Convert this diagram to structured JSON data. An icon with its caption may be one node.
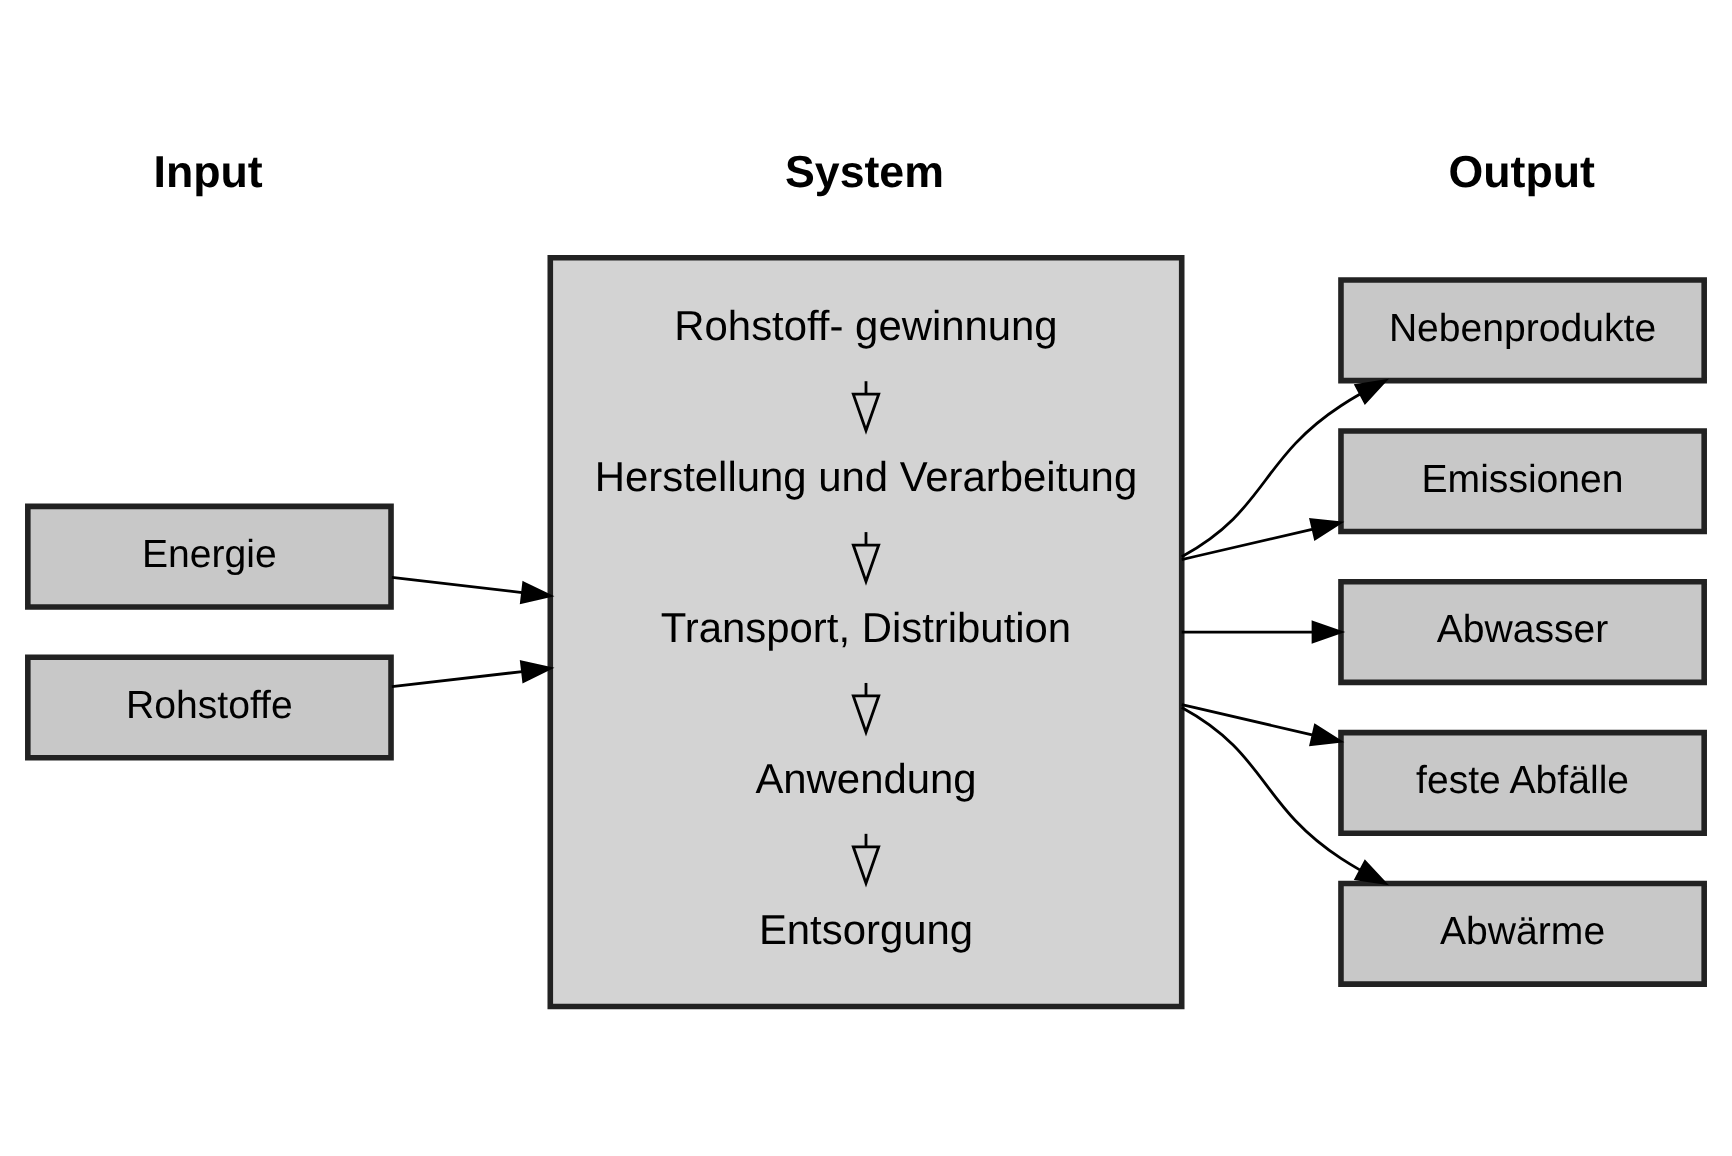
{
  "diagram": {
    "nodes": [
      {
        "text": [],
        "shape": "box"
      },
      {
        "text": [
          "Rohstoff- gewinnung"
        ],
        "in": 0
      },
      {
        "text": [
          "Herstellung und Verarbeitung"
        ],
        "in": 0
      },
      {
        "text": [
          "Transport, Distribution"
        ],
        "in": 0
      },
      {
        "text": [
          "Anwendung"
        ],
        "in": 0
      },
      {
        "text": [
          "Entsorgung"
        ],
        "in": 0
      },
      {
        "text": [
          "Energie"
        ]
      },
      {
        "text": [
          "Rohstoffe"
        ]
      },
      {
        "text": [
          "Nebenprodukte"
        ]
      },
      {
        "text": [
          "Emissionen"
        ]
      },
      {
        "text": [
          "Abwasser"
        ]
      },
      {
        "text": [
          "feste Abfälle"
        ]
      },
      {
        "text": [
          "Abwärme"
        ]
      }
    ],
    "edges": [
      {
        "from": 1,
        "to": 2,
        "arrow": "to"
      },
      {
        "from": 2,
        "to": 3,
        "arrow": "to"
      },
      {
        "from": 3,
        "to": 4,
        "arrow": "to"
      },
      {
        "from": 4,
        "to": 5,
        "arrow": "to"
      },
      {
        "from": 6,
        "to": 0,
        "arrow": "to"
      },
      {
        "from": 7,
        "to": 0,
        "arrow": "to"
      },
      {
        "from": 0,
        "to": 8,
        "arrow": "to"
      },
      {
        "from": 0,
        "to": 9,
        "arrow": "to"
      },
      {
        "from": 0,
        "to": 10,
        "arrow": "to"
      },
      {
        "from": 0,
        "to": 11,
        "arrow": "to"
      },
      {
        "from": 0,
        "to": 12,
        "arrow": "to"
      }
    ],
    "labels": [
      "Input",
      "System",
      "Output"
    ]
  }
}
